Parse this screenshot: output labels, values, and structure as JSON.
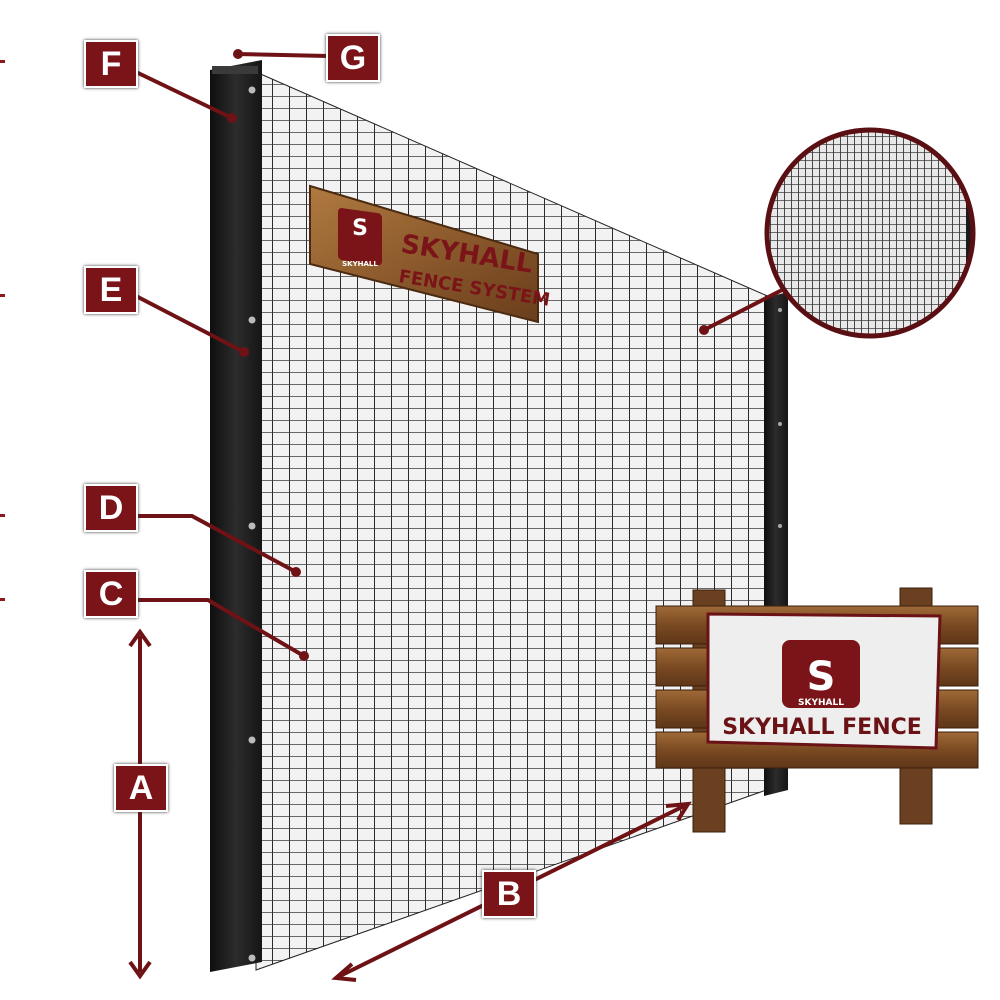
{
  "labels": {
    "A": "A",
    "B": "B",
    "C": "C",
    "D": "D",
    "E": "E",
    "F": "F",
    "G": "G"
  },
  "signs": {
    "wood_sign_logo_letter": "S",
    "wood_sign_logo_word": "SKYHALL",
    "wood_sign_line1": "SKYHALL",
    "wood_sign_line2": "FENCE SYSTEM",
    "banner_logo_letter": "S",
    "banner_logo_word": "SKYHALL",
    "banner_text": "SKYHALL FENCE"
  },
  "colors": {
    "label_fill": "#7a1418",
    "leader_line": "#6e1216",
    "post": "#1c1c1c",
    "mesh_wire": "#2a2a2a",
    "wood": "#8a5a30",
    "banner_text": "#6a1216"
  }
}
